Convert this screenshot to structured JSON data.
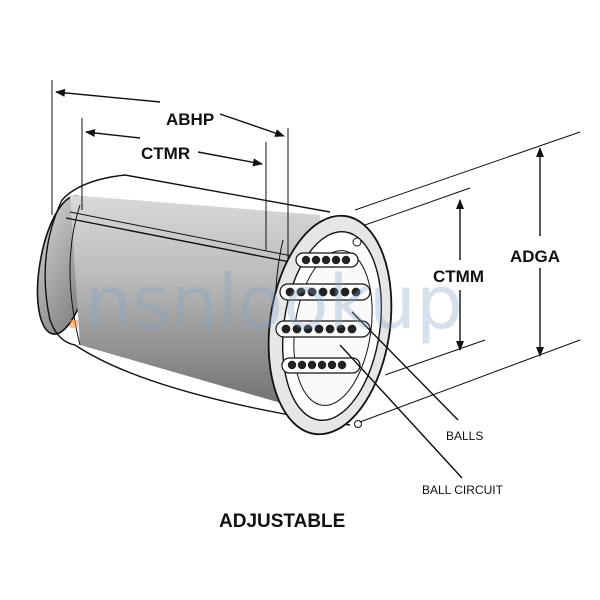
{
  "diagram": {
    "dimension_labels": {
      "abhp": "ABHP",
      "ctmr": "CTMR",
      "ctmm": "CTMM",
      "adga": "ADGA"
    },
    "callouts": {
      "balls": "BALLS",
      "ball_circuit": "BALL CIRCUIT"
    },
    "caption": "ADJUSTABLE",
    "watermark": "nsnlookup",
    "colors": {
      "ink": "#111111",
      "watermark": "#7ea3c8",
      "watermark_dot": "#f08a3a"
    }
  }
}
